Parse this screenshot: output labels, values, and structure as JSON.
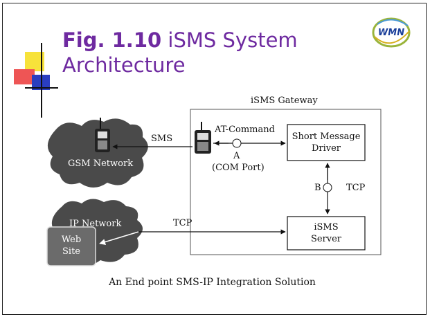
{
  "title": {
    "fig_label": "Fig. 1.10",
    "text_line1": "iSMS System",
    "text_line2": "Architecture"
  },
  "logo": {
    "text": "WMN"
  },
  "diagram": {
    "gateway_label": "iSMS Gateway",
    "gsm_cloud": "GSM Network",
    "ip_cloud": "IP Network",
    "website": [
      "Web",
      "Site"
    ],
    "sms_label": "SMS",
    "at_command": "AT-Command",
    "interface_a": "A",
    "com_port": "(COM Port)",
    "driver": [
      "Short Message",
      "Driver"
    ],
    "interface_b": "B",
    "tcp_vertical": "TCP",
    "tcp_horizontal": "TCP",
    "server": [
      "iSMS",
      "Server"
    ]
  },
  "caption": "An End point SMS-IP Integration Solution",
  "colors": {
    "title": "#6e2aa0",
    "cloud": "#4a4a4a",
    "website_box": "#6b6b6b"
  }
}
